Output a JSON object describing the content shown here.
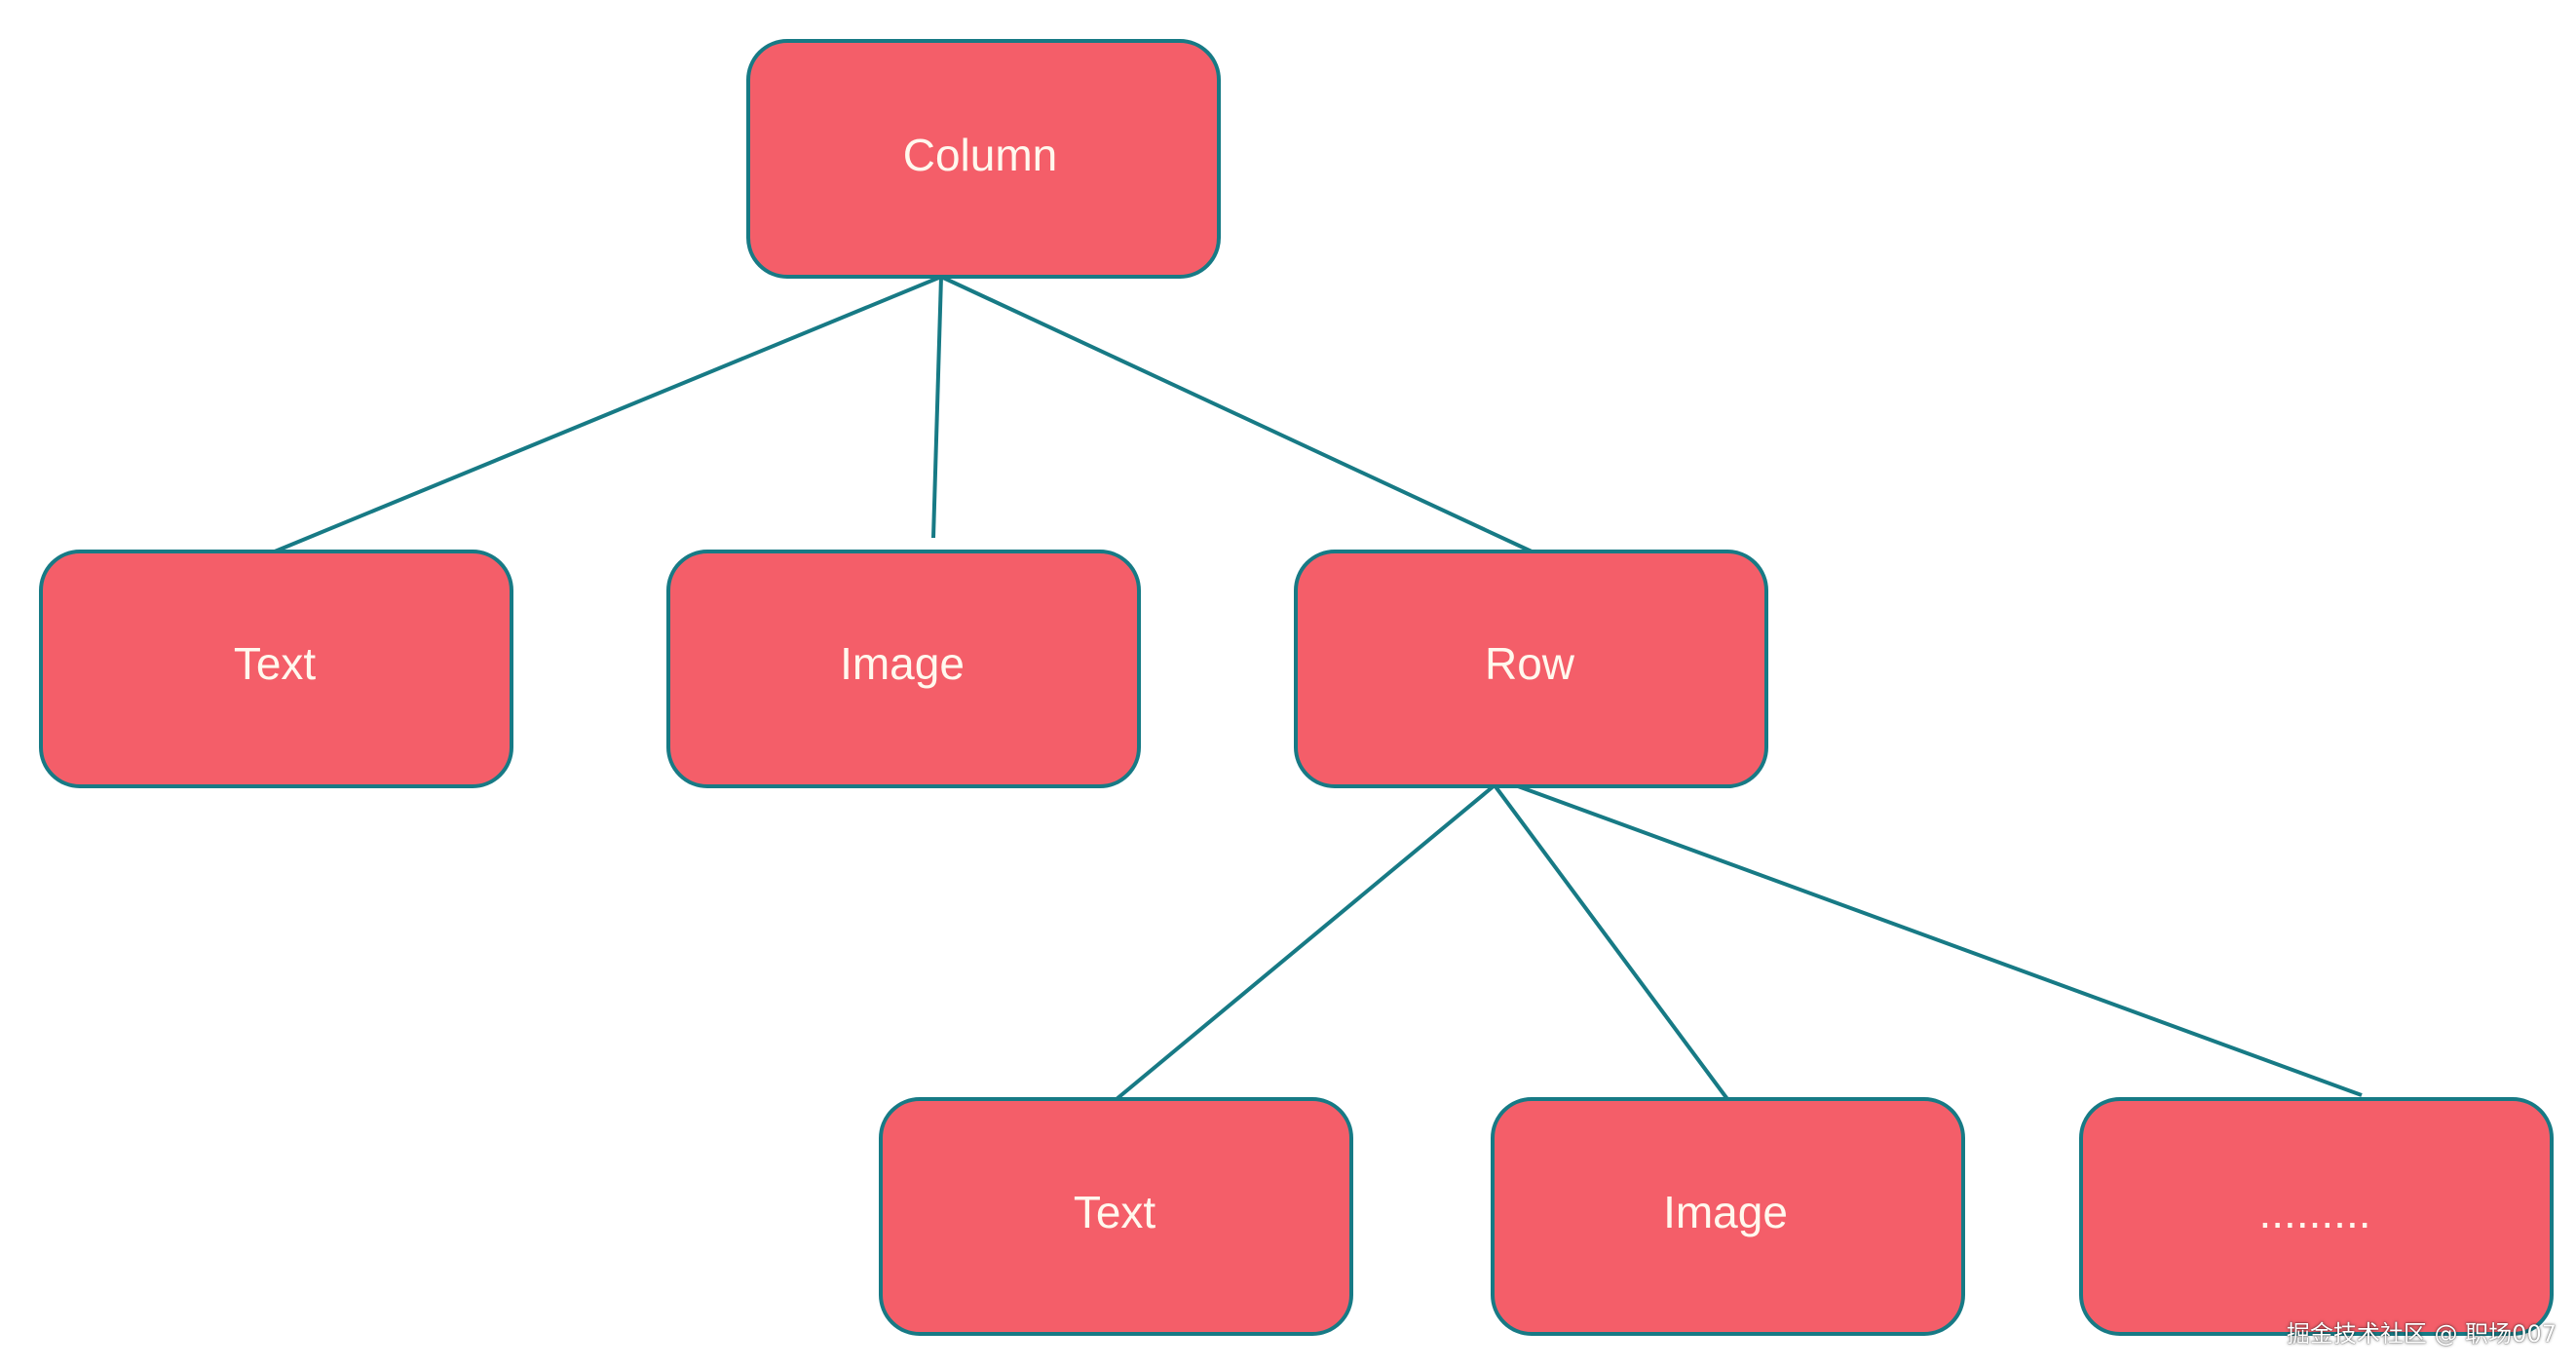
{
  "colors": {
    "node_fill": "#f45e69",
    "node_stroke": "#177a85",
    "edge_color": "#177a85",
    "label_color": "#fff8ee",
    "background": "#ffffff"
  },
  "nodes": {
    "column": {
      "label": "Column"
    },
    "text_1": {
      "label": "Text"
    },
    "image_1": {
      "label": "Image"
    },
    "row": {
      "label": "Row"
    },
    "text_2": {
      "label": "Text"
    },
    "image_2": {
      "label": "Image"
    },
    "ellipsis": {
      "label": "........."
    }
  },
  "edges": [
    {
      "from": "column",
      "to": "text_1"
    },
    {
      "from": "column",
      "to": "image_1"
    },
    {
      "from": "column",
      "to": "row"
    },
    {
      "from": "row",
      "to": "text_2"
    },
    {
      "from": "row",
      "to": "image_2"
    },
    {
      "from": "row",
      "to": "ellipsis"
    }
  ],
  "watermark": "掘金技术社区 @ 职场007"
}
